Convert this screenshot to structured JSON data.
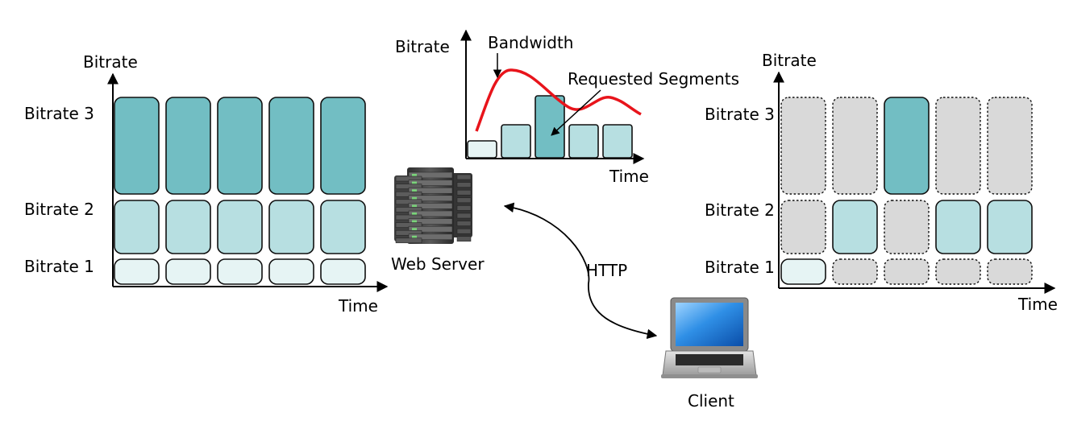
{
  "colors": {
    "bitrate3": "#72bec3",
    "bitrate2": "#b7dfe1",
    "bitrate1": "#e6f4f4",
    "unselected": "#d9d9d9",
    "bandwidth_curve": "#e8141b",
    "stroke": "#111111"
  },
  "server_side": {
    "y_axis_label": "Bitrate",
    "x_axis_label": "Time",
    "rows": [
      {
        "label": "Bitrate 3",
        "level": 3
      },
      {
        "label": "Bitrate 2",
        "level": 2
      },
      {
        "label": "Bitrate 1",
        "level": 1
      }
    ],
    "segment_count": 5
  },
  "mini_chart": {
    "y_axis_label": "Bitrate",
    "x_axis_label": "Time",
    "bandwidth_label": "Bandwidth",
    "requested_label": "Requested Segments",
    "requested_levels": [
      1,
      2,
      3,
      2,
      2
    ]
  },
  "client_side": {
    "y_axis_label": "Bitrate",
    "x_axis_label": "Time",
    "rows": [
      {
        "label": "Bitrate 3",
        "level": 3
      },
      {
        "label": "Bitrate 2",
        "level": 2
      },
      {
        "label": "Bitrate 1",
        "level": 1
      }
    ],
    "selected_levels": [
      1,
      2,
      3,
      2,
      2
    ]
  },
  "server": {
    "label": "Web Server",
    "icon": "server-rack-icon"
  },
  "client": {
    "label": "Client",
    "icon": "laptop-icon"
  },
  "connection": {
    "label": "HTTP"
  }
}
